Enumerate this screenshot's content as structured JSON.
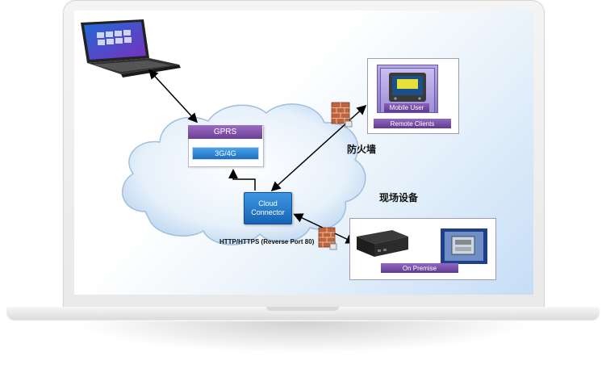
{
  "diagram": {
    "gprs_label": "GPRS",
    "network_label": "3G/4G",
    "cloud_connector": {
      "line1": "Cloud",
      "line2": "Connector"
    },
    "mobile_user_label": "Mobile User",
    "remote_clients_label": "Remote Clients",
    "on_premise_label": "On Premise",
    "firewall_label": "防火墙",
    "site_equipment_label": "现场设备",
    "protocol_label": "HTTP/HTTPS (Reverse Port 80)",
    "colors": {
      "purple_bar": "#6b3f96",
      "blue_box": "#1d6fbd",
      "firewall_brick": "#c0623a"
    }
  }
}
